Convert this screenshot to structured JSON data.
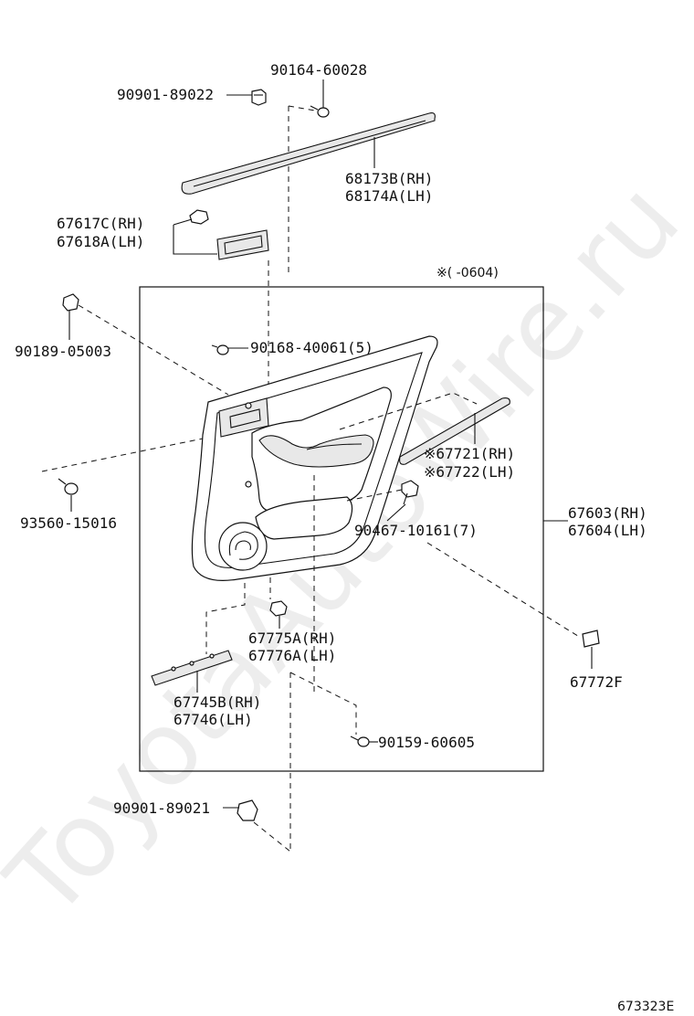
{
  "watermark": "ToyotaAutoWire.ru",
  "diagram_code": "673323E",
  "box_note": "※(      -0604)",
  "labels": {
    "p90164": "90164-60028",
    "p90901a": "90901-89022",
    "p68173": "68173B(RH)",
    "p68174": "68174A(LH)",
    "p67617": "67617C(RH)",
    "p67618": "67618A(LH)",
    "p90189": "90189-05003",
    "p90168": "90168-40061(5)",
    "p67721": "※67721(RH)",
    "p67722": "※67722(LH)",
    "p93560": "93560-15016",
    "p90467": "90467-10161(7)",
    "p67603": "67603(RH)",
    "p67604": "67604(LH)",
    "p67775": "67775A(RH)",
    "p67776": "67776A(LH)",
    "p67772": "67772F",
    "p67745": "67745B(RH)",
    "p67746": "67746(LH)",
    "p90159": "90159-60605",
    "p90901b": "90901-89021"
  }
}
